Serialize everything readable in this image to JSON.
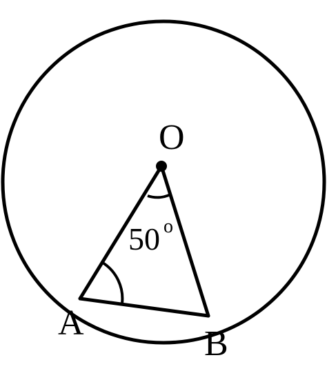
{
  "diagram": {
    "type": "circle-geometry",
    "points": {
      "center": "O",
      "a": "A",
      "b": "B"
    },
    "angle": {
      "value": "50",
      "unit": "o"
    },
    "colors": {
      "stroke": "#000000",
      "background": "#ffffff"
    }
  }
}
